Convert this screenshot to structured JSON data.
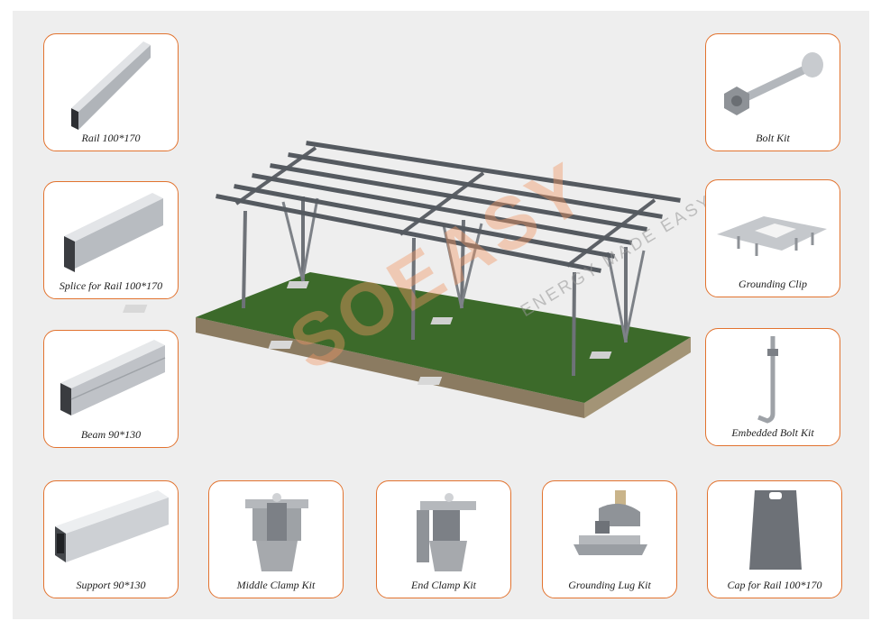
{
  "watermark": {
    "brand": "SOEASY",
    "tagline": "ENERGY MADE EASY"
  },
  "components": {
    "rail": "Rail 100*170",
    "splice": "Splice for Rail 100*170",
    "beam": "Beam 90*130",
    "support": "Support 90*130",
    "middle_clamp": "Middle Clamp Kit",
    "end_clamp": "End Clamp Kit",
    "grounding_lug": "Grounding Lug Kit",
    "cap": "Cap for Rail 100*170",
    "bolt": "Bolt Kit",
    "grounding_clip": "Grounding Clip",
    "embedded_bolt": "Embedded Bolt Kit"
  },
  "colors": {
    "accent": "#e2732f",
    "steel": "#6a6e74",
    "grass": "#3d6a2c",
    "soil": "#8a7a60"
  },
  "icons": [
    "rail-profile-icon",
    "splice-profile-icon",
    "beam-profile-icon",
    "support-tube-icon",
    "middle-clamp-icon",
    "end-clamp-icon",
    "grounding-lug-icon",
    "rail-cap-icon",
    "bolt-icon",
    "grounding-clip-icon",
    "embedded-bolt-icon"
  ]
}
